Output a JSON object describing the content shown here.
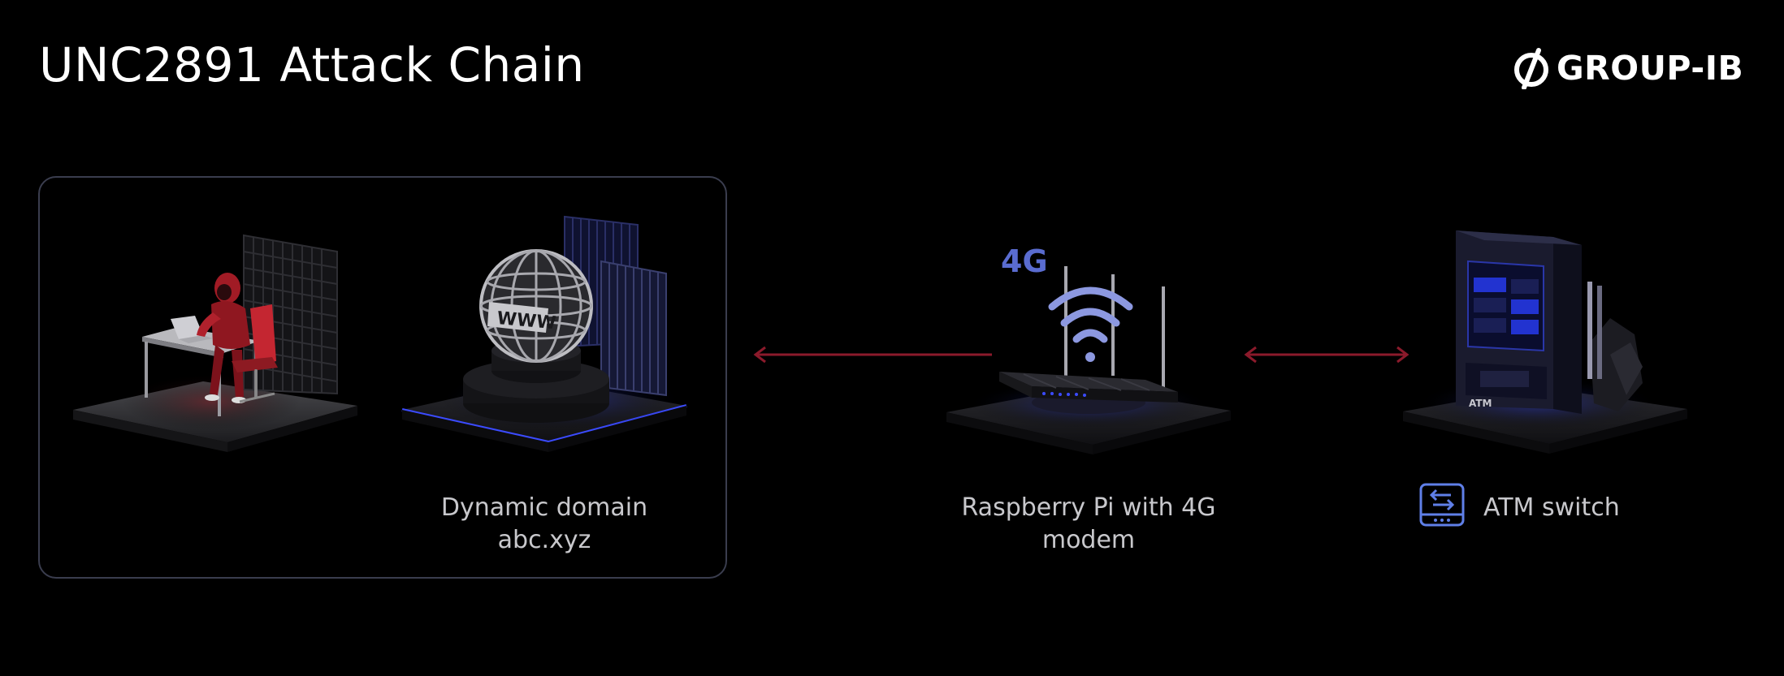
{
  "title": "UNC2891 Attack Chain",
  "logo": {
    "text": "GROUP-IB",
    "icon": "group-ib-logo-icon"
  },
  "nodes": {
    "attacker": {
      "icon": "hacker-at-desk-icon"
    },
    "dynamic_domain": {
      "label": "Dynamic domain\nabc.xyz",
      "icon": "www-globe-icon"
    },
    "raspberry_pi": {
      "label": "Raspberry Pi with 4G\nmodem",
      "badge": "4G",
      "icon": "wifi-router-icon"
    },
    "atm_switch": {
      "label": "ATM switch",
      "icon": "atm-machine-icon",
      "screen_badge": "ATM"
    }
  },
  "colors": {
    "background": "#000000",
    "box_border": "#3a3d4e",
    "arrow": "#8b1a2b",
    "accent_blue": "#3b4bff",
    "badge_4g": "#5a6cd0",
    "hacker_red": "#c0202c"
  }
}
